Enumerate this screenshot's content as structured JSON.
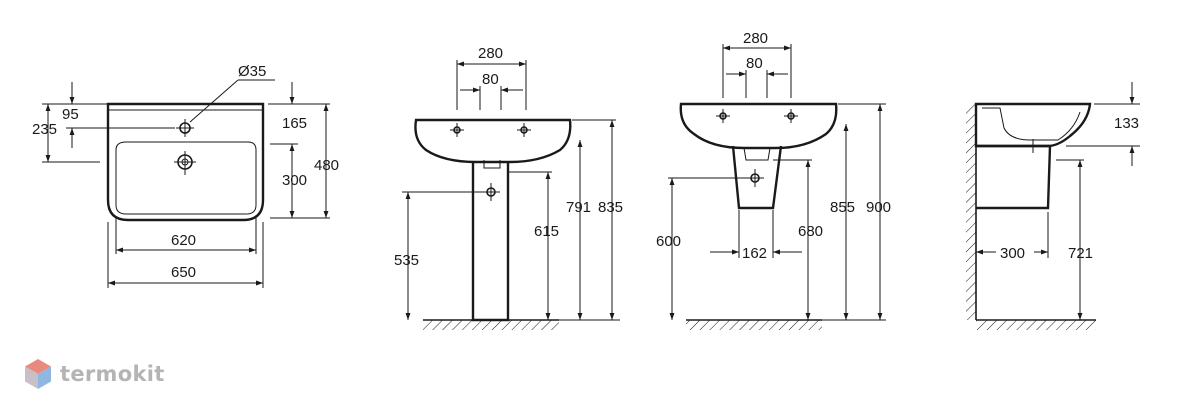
{
  "brand": {
    "name": "termokit",
    "colors": {
      "logo_top": "#e98a80",
      "logo_bottom": "#8fb7df",
      "logo_text": "#b4b4b4"
    }
  },
  "front_view": {
    "labels": {
      "hole": "Ø35",
      "d95": "95",
      "d235": "235",
      "d165": "165",
      "d300": "300",
      "d480": "480",
      "d620": "620",
      "d650": "650"
    }
  },
  "pedestal_view": {
    "labels": {
      "d280": "280",
      "d80": "80",
      "d535": "535",
      "d615": "615",
      "d791": "791",
      "d835": "835"
    }
  },
  "semi_pedestal_view": {
    "labels": {
      "d280": "280",
      "d80": "80",
      "d600": "600",
      "d162": "162",
      "d680": "680",
      "d855": "855",
      "d900": "900"
    }
  },
  "side_view": {
    "labels": {
      "d133": "133",
      "d300": "300",
      "d721": "721"
    }
  }
}
